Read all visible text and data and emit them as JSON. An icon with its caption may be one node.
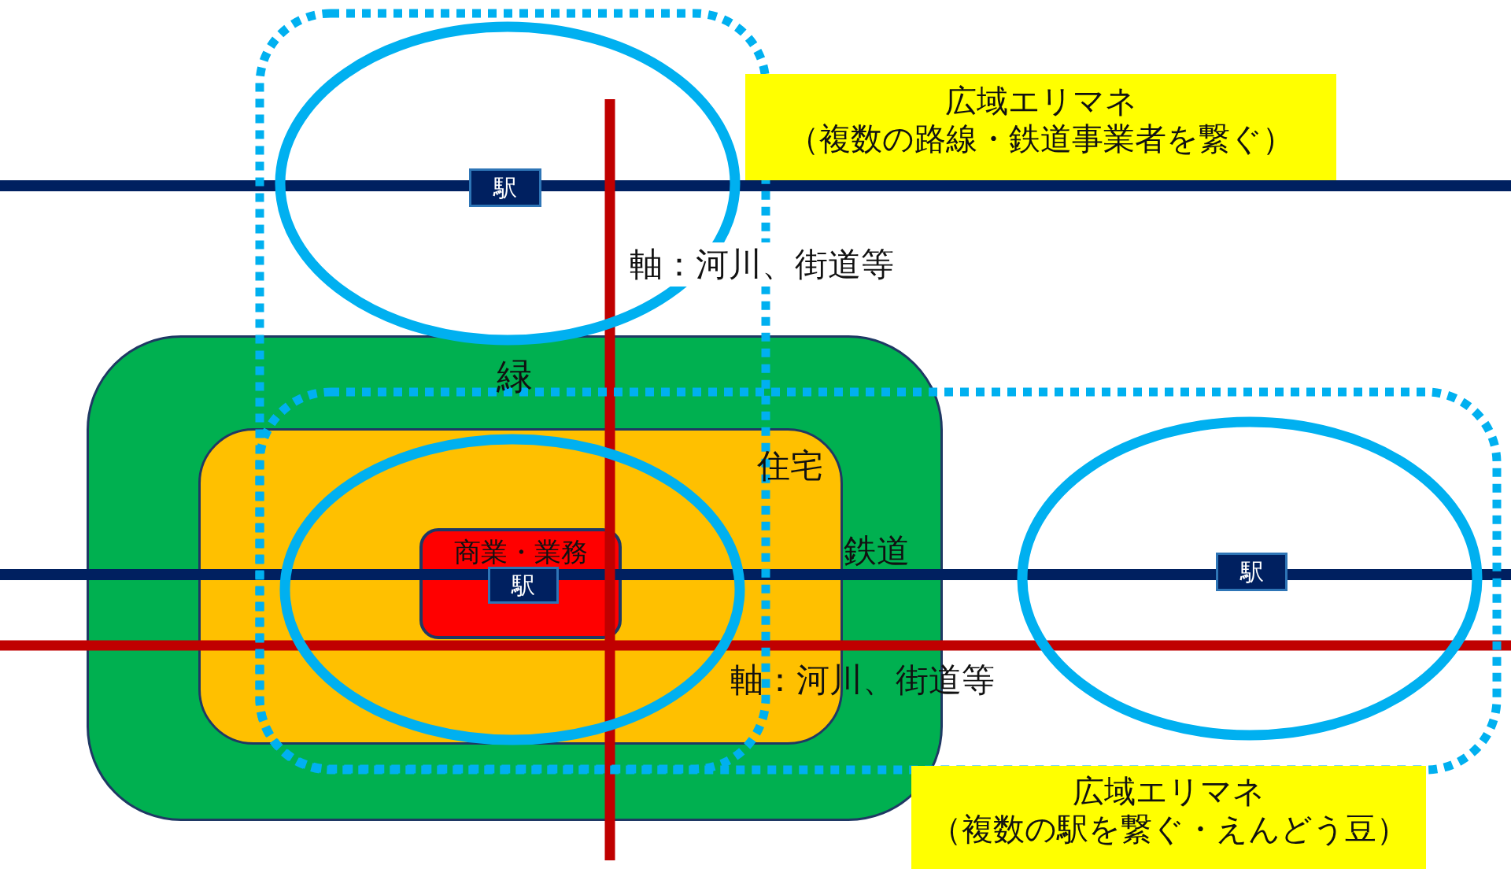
{
  "diagram": {
    "nodes": [
      {
        "text": [],
        "shape": "circle"
      },
      {
        "text": [
          "駅"
        ],
        "in": 0
      },
      {
        "text": [
          "広域エリマネ",
          "（複数の路線・鉄道事業者を繋ぐ）"
        ]
      },
      {
        "text": [
          "緑"
        ]
      },
      {
        "text": [
          "住宅"
        ],
        "in": 3
      },
      {
        "text": [],
        "shape": "circle",
        "in": 4
      },
      {
        "text": [
          "商業・業務"
        ],
        "in": 5
      },
      {
        "text": [
          "駅"
        ],
        "in": 6
      },
      {
        "text": [],
        "shape": "circle"
      },
      {
        "text": [
          "駅"
        ],
        "in": 8
      },
      {
        "text": [
          "広域エリマネ",
          "（複数の駅を繋ぐ・えんどう豆）"
        ]
      }
    ],
    "edges": [],
    "labels": [
      "軸：河川、街道等",
      "鉄道",
      "軸：河川、街道等"
    ]
  }
}
